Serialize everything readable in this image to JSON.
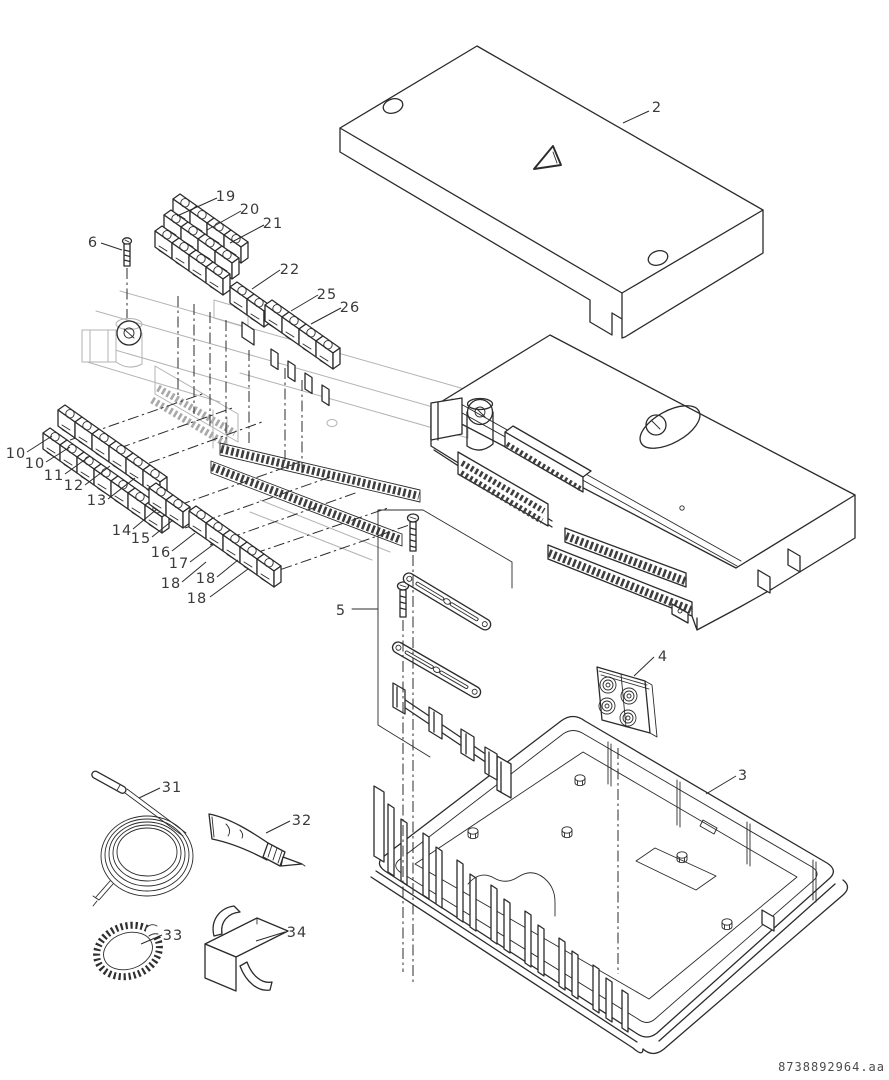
{
  "diagram": {
    "type": "exploded-view-parts-diagram",
    "cover_symbol": "warning-triangle"
  },
  "callouts": [
    {
      "label": "2"
    },
    {
      "label": "6"
    },
    {
      "label": "19"
    },
    {
      "label": "20"
    },
    {
      "label": "21"
    },
    {
      "label": "22"
    },
    {
      "label": "25"
    },
    {
      "label": "26"
    },
    {
      "label": "10"
    },
    {
      "label": "10"
    },
    {
      "label": "11"
    },
    {
      "label": "12"
    },
    {
      "label": "13"
    },
    {
      "label": "14"
    },
    {
      "label": "15"
    },
    {
      "label": "16"
    },
    {
      "label": "17"
    },
    {
      "label": "18"
    },
    {
      "label": "18"
    },
    {
      "label": "18"
    },
    {
      "label": "5"
    },
    {
      "label": "4"
    },
    {
      "label": "3"
    },
    {
      "label": "31"
    },
    {
      "label": "32"
    },
    {
      "label": "33"
    },
    {
      "label": "34"
    }
  ],
  "footer": {
    "code": "8738892964.aa"
  }
}
